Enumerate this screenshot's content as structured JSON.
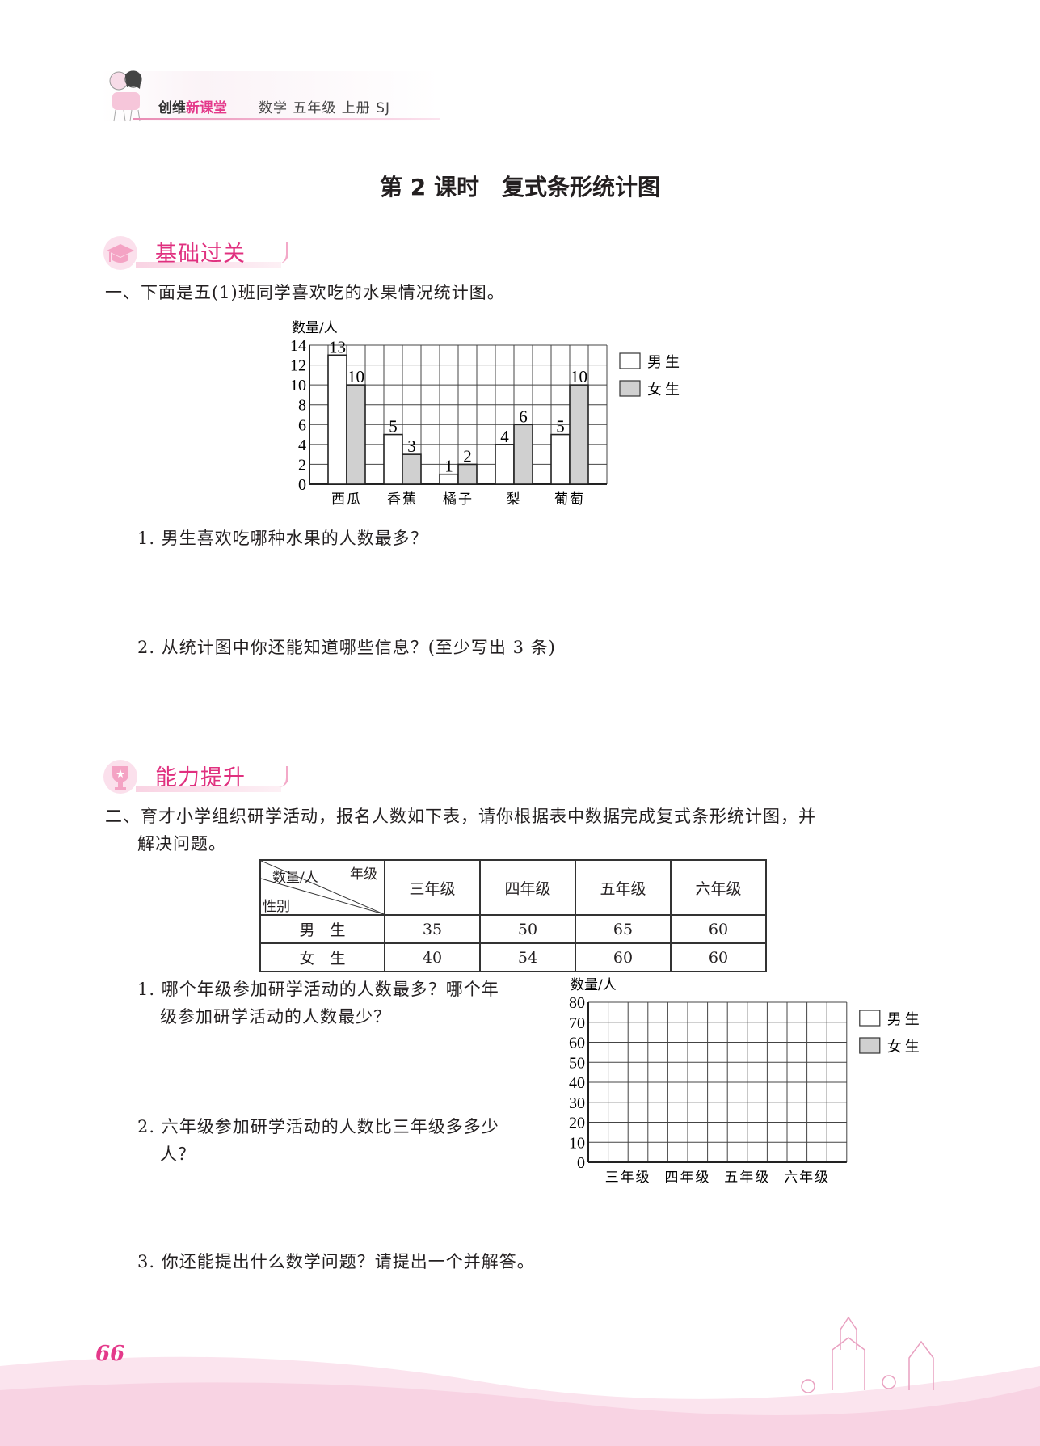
{
  "header": {
    "brand_dark": "创维",
    "brand_pink": "新课堂",
    "subject": "数学 五年级 上册 SJ"
  },
  "title": "第 2 课时　复式条形统计图",
  "section1": {
    "banner": "基础过关",
    "question": "一、下面是五(1)班同学喜欢吃的水果情况统计图。",
    "sub_questions": [
      "1. 男生喜欢吃哪种水果的人数最多？",
      "2. 从统计图中你还能知道哪些信息？(至少写出 3 条)"
    ]
  },
  "section2": {
    "banner": "能力提升",
    "question_line1": "二、育才小学组织研学活动，报名人数如下表，请你根据表中数据完成复式条形统计图，并",
    "question_line2": "解决问题。",
    "table": {
      "corner_top": "年级",
      "corner_mid": "数量/人",
      "corner_bottom": "性别",
      "columns": [
        "三年级",
        "四年级",
        "五年级",
        "六年级"
      ],
      "rows": [
        {
          "label": "男　生",
          "values": [
            "35",
            "50",
            "65",
            "60"
          ]
        },
        {
          "label": "女　生",
          "values": [
            "40",
            "54",
            "60",
            "60"
          ]
        }
      ]
    },
    "sub_q1_line1": "1. 哪个年级参加研学活动的人数最多？哪个年",
    "sub_q1_line2": "级参加研学活动的人数最少？",
    "sub_q2_line1": "2. 六年级参加研学活动的人数比三年级多多少",
    "sub_q2_line2": "人？",
    "sub_q3": "3. 你还能提出什么数学问题？请提出一个并解答。"
  },
  "page_number": "66",
  "chart_data": [
    {
      "type": "bar",
      "title": "",
      "ylabel": "数量/人",
      "xlabel": "",
      "categories": [
        "西瓜",
        "香蕉",
        "橘子",
        "梨",
        "葡萄"
      ],
      "series": [
        {
          "name": "男生",
          "values": [
            13,
            5,
            1,
            4,
            5
          ],
          "color": "#ffffff"
        },
        {
          "name": "女生",
          "values": [
            10,
            3,
            2,
            6,
            10
          ],
          "color": "#d0d0d0"
        }
      ],
      "yticks": [
        "0",
        "2",
        "4",
        "6",
        "8",
        "10",
        "12",
        "14"
      ],
      "ylim": [
        0,
        14
      ],
      "grid": true,
      "legend": "right"
    },
    {
      "type": "bar",
      "title": "",
      "ylabel": "数量/人",
      "xlabel": "",
      "categories": [
        "三年级",
        "四年级",
        "五年级",
        "六年级"
      ],
      "series": [
        {
          "name": "男生",
          "values": [],
          "color": "#ffffff"
        },
        {
          "name": "女生",
          "values": [],
          "color": "#d0d0d0"
        }
      ],
      "yticks": [
        "0",
        "10",
        "20",
        "30",
        "40",
        "50",
        "60",
        "70",
        "80"
      ],
      "ylim": [
        0,
        80
      ],
      "grid": true,
      "legend": "right"
    }
  ]
}
